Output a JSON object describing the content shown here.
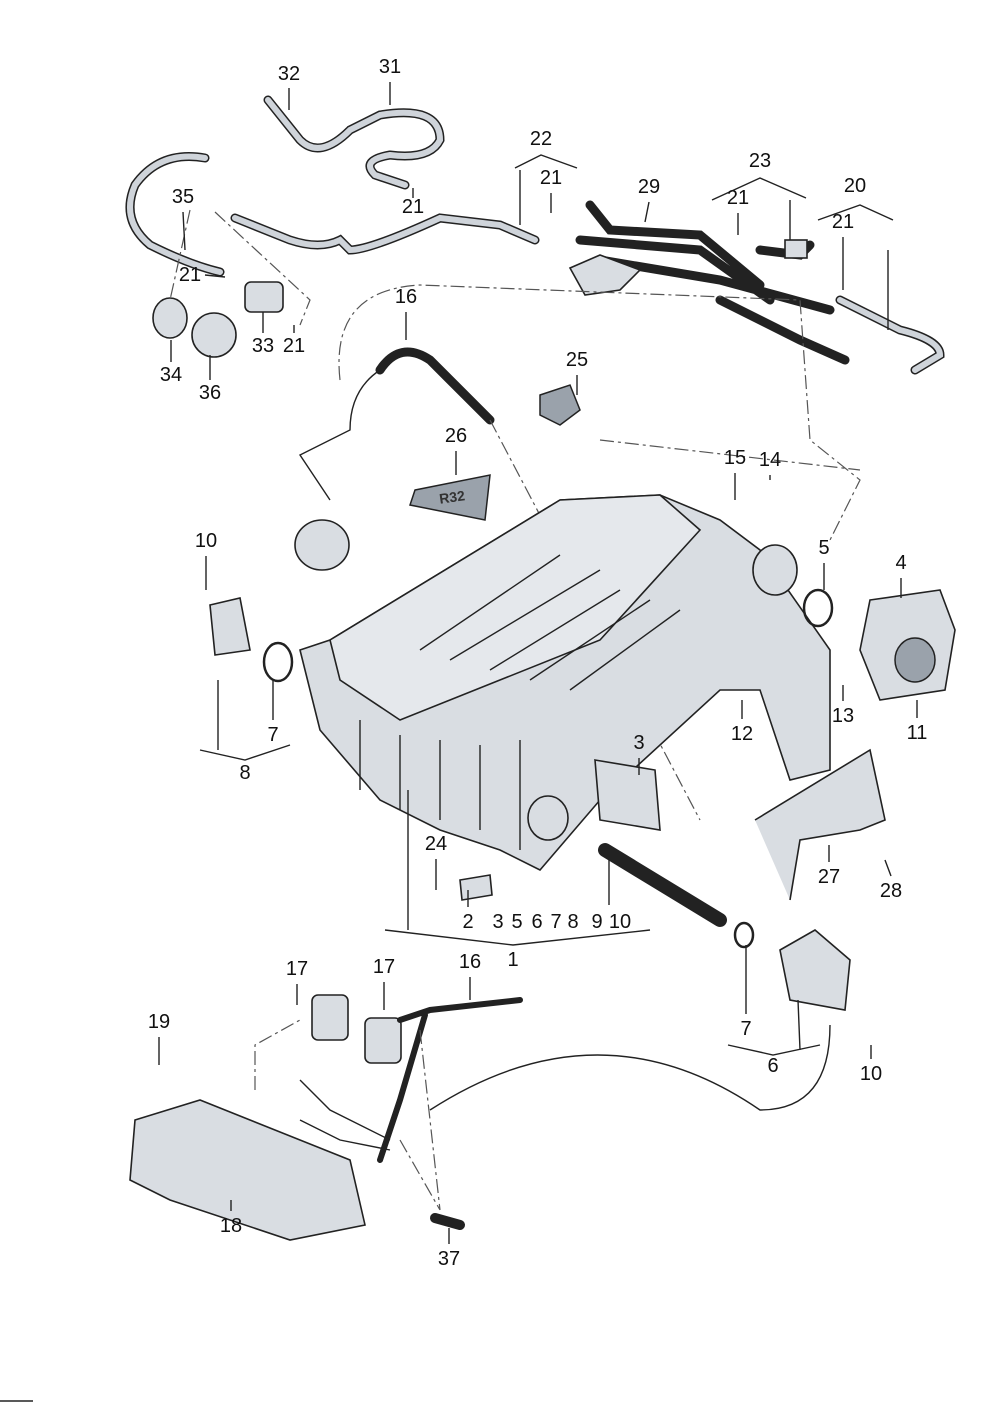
{
  "diagram": {
    "title": "Intake manifold exploded parts view",
    "labels": [
      "32",
      "31",
      "22",
      "21",
      "21",
      "35",
      "21",
      "33",
      "21",
      "34",
      "36",
      "29",
      "23",
      "21",
      "20",
      "21",
      "16",
      "25",
      "26",
      "15",
      "14",
      "5",
      "4",
      "10",
      "7",
      "8",
      "13",
      "11",
      "12",
      "3",
      "27",
      "28",
      "24",
      "2",
      "3",
      "5",
      "6",
      "7",
      "8",
      "9",
      "10",
      "1",
      "17",
      "17",
      "16",
      "19",
      "7",
      "6",
      "10",
      "18",
      "37"
    ],
    "badge_text": "R32"
  }
}
